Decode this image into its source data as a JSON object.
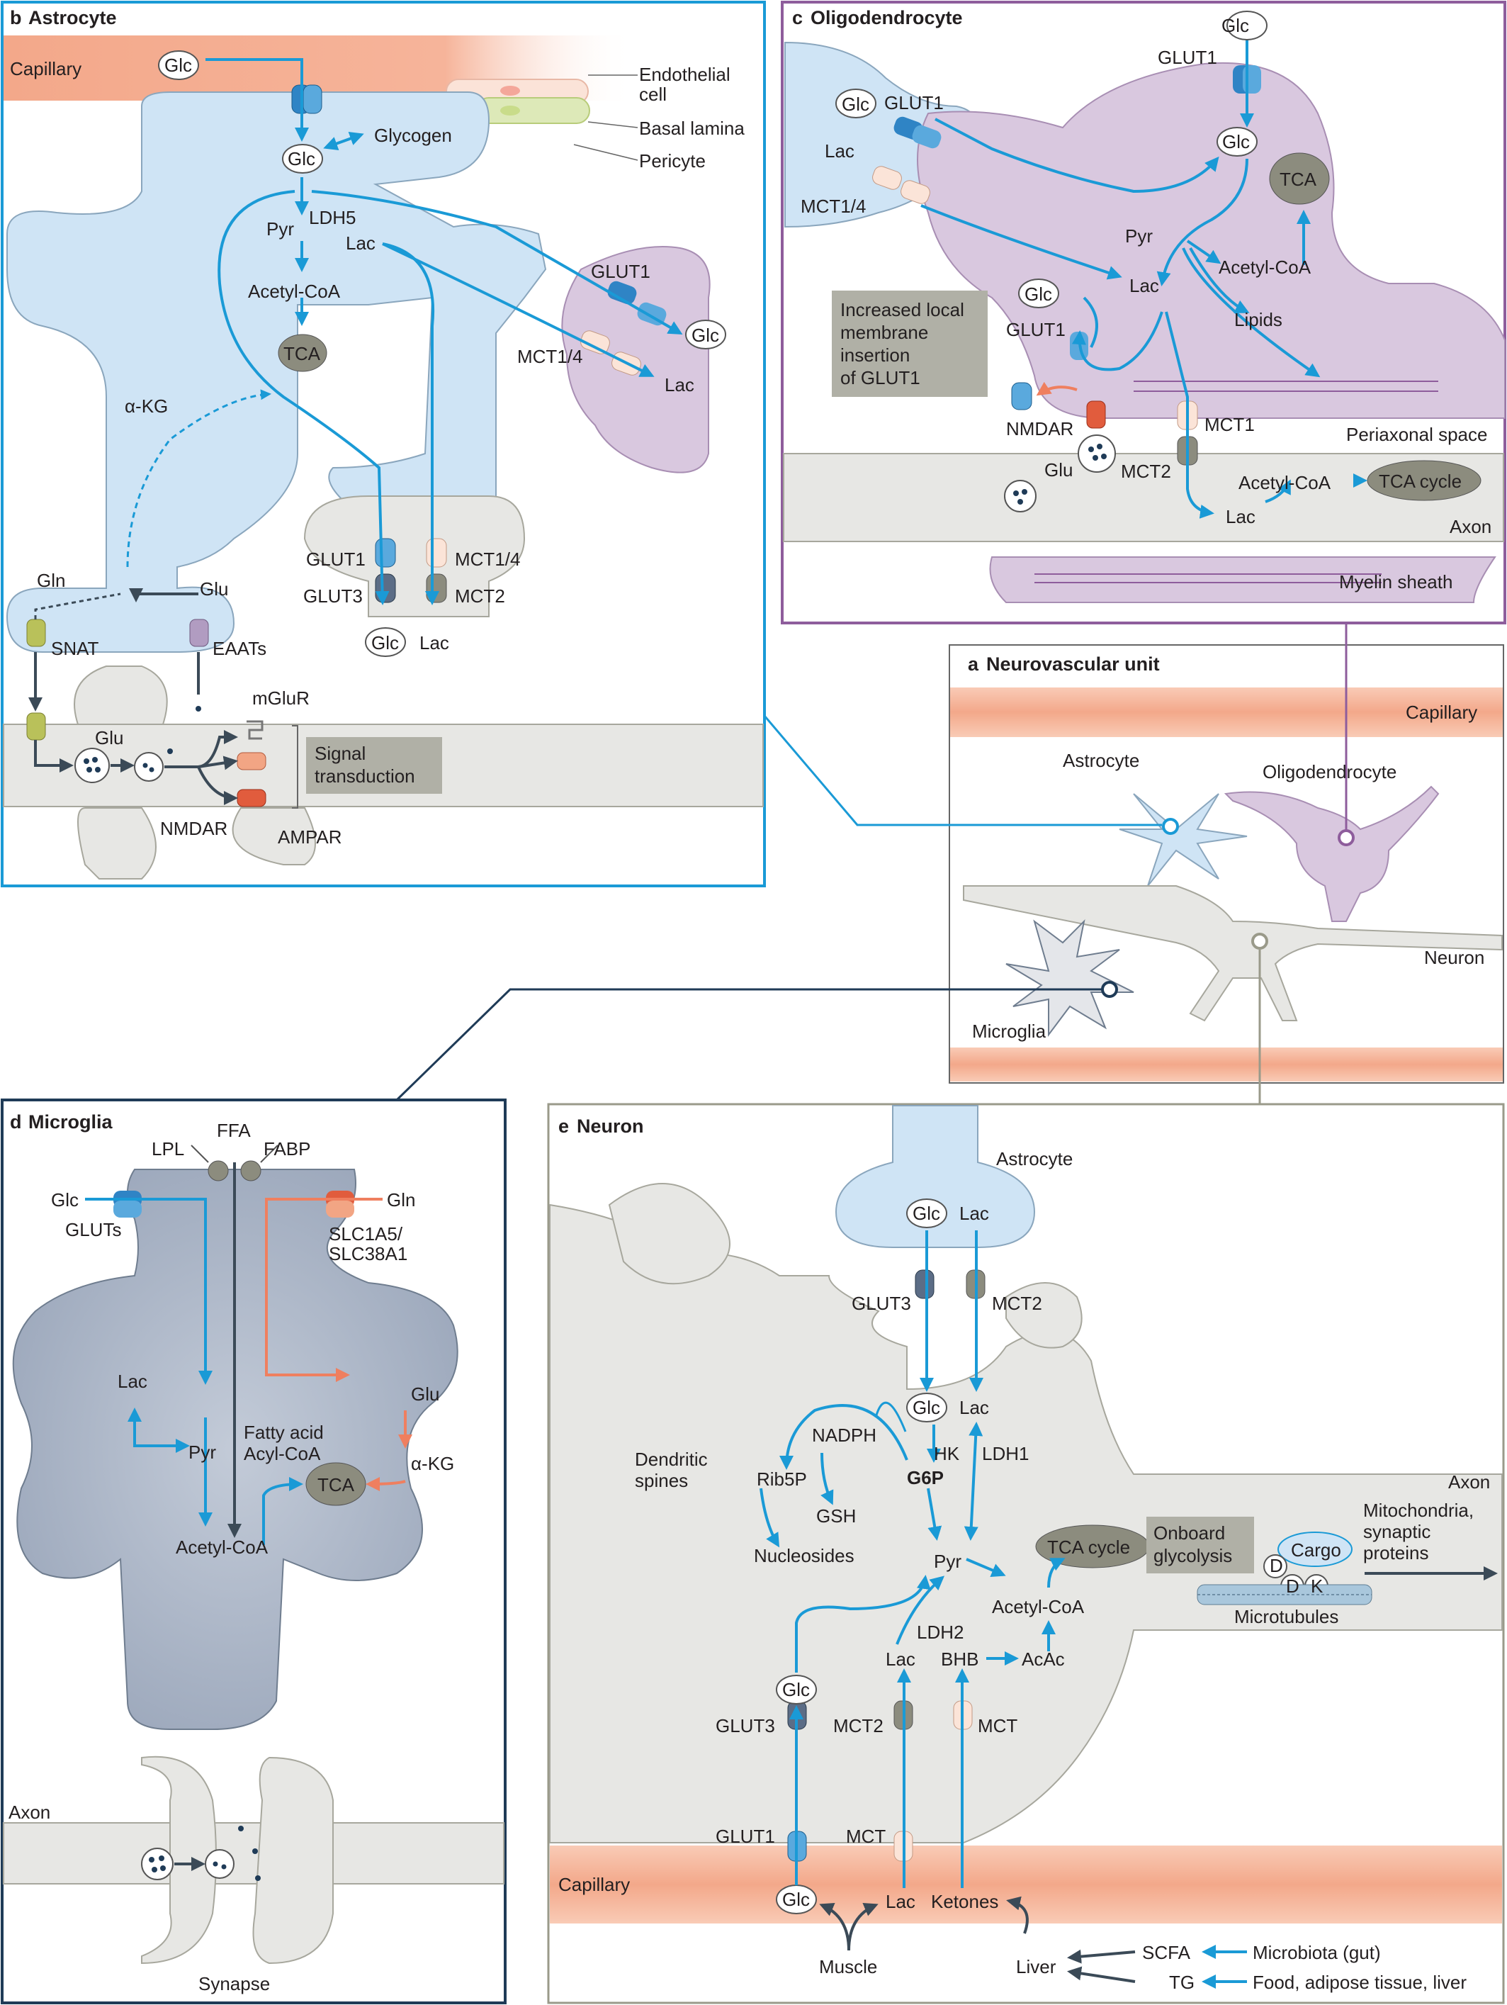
{
  "panels": {
    "a": {
      "letter": "a",
      "title": "Neurovascular unit"
    },
    "b": {
      "letter": "b",
      "title": "Astrocyte"
    },
    "c": {
      "letter": "c",
      "title": "Oligodendrocyte"
    },
    "d": {
      "letter": "d",
      "title": "Microglia"
    },
    "e": {
      "letter": "e",
      "title": "Neuron"
    }
  },
  "colors": {
    "capillary": "#f6b49a",
    "astrocyte": "#cfe4f5",
    "oligodendrocyte": "#d9c8df",
    "microglia": "#a3aec1",
    "neuron": "#e7e7e4",
    "blue_arrow": "#1a9ad6",
    "dark_arrow": "#3b4a57",
    "orange_arrow": "#ef7f5f",
    "panel_b_border": "#1a9ad6",
    "panel_c_border": "#8e5d9c",
    "panel_d_border": "#1f3b57",
    "panel_e_border": "#9a9a8a",
    "box_fill": "#b0b0a6"
  },
  "panel_b": {
    "capillary": "Capillary",
    "glc_top": "Glc",
    "glc_mid": "Glc",
    "glycogen": "Glycogen",
    "endothelial": "Endothelial",
    "cell": "cell",
    "basal_lamina": "Basal lamina",
    "pericyte": "Pericyte",
    "pyr": "Pyr",
    "ldh5": "LDH5",
    "lac": "Lac",
    "acetyl_coa": "Acetyl-CoA",
    "tca": "TCA",
    "akg": "α-KG",
    "glut1_right": "GLUT1",
    "glc_right": "Glc",
    "mct14_right": "MCT1/4",
    "lac_right": "Lac",
    "glut1_bottom": "GLUT1",
    "mct14_bottom": "MCT1/4",
    "glut3": "GLUT3",
    "mct2": "MCT2",
    "glc_bottom": "Glc",
    "lac_bottom": "Lac",
    "gln": "Gln",
    "glu_top": "Glu",
    "snat": "SNAT",
    "eaats": "EAATs",
    "glu_vesicle": "Glu",
    "mglur": "mGluR",
    "nmdar": "NMDAR",
    "ampar": "AMPAR",
    "signal_1": "Signal",
    "signal_2": "transduction"
  },
  "panel_c": {
    "glc_top": "Glc",
    "glut1_top": "GLUT1",
    "glc_mid": "Glc",
    "tca": "TCA",
    "glc_left": "Glc",
    "glut1_left": "GLUT1",
    "lac_left": "Lac",
    "mct14": "MCT1/4",
    "lac_mid": "Lac",
    "pyr": "Pyr",
    "acetyl_coa": "Acetyl-CoA",
    "lipids": "Lipids",
    "box_1": "Increased local",
    "box_2": "membrane",
    "box_3": "insertion",
    "box_4": "of GLUT1",
    "glc_small": "Glc",
    "glut1_small": "GLUT1",
    "nmdar": "NMDAR",
    "mct1": "MCT1",
    "mct2": "MCT2",
    "periaxonal": "Periaxonal space",
    "glu": "Glu",
    "acetyl_coa_axon": "Acetyl-CoA",
    "tca_cycle": "TCA cycle",
    "lac_axon": "Lac",
    "axon": "Axon",
    "myelin": "Myelin sheath"
  },
  "panel_a": {
    "capillary": "Capillary",
    "astrocyte": "Astrocyte",
    "oligodendrocyte": "Oligodendrocyte",
    "neuron": "Neuron",
    "microglia": "Microglia"
  },
  "panel_d": {
    "ffa": "FFA",
    "lpl": "LPL",
    "fabp": "FABP",
    "glc": "Glc",
    "gluts": "GLUTs",
    "gln": "Gln",
    "slc_1": "SLC1A5/",
    "slc_2": "SLC38A1",
    "lac": "Lac",
    "pyr": "Pyr",
    "glu": "Glu",
    "fa_1": "Fatty acid",
    "fa_2": "Acyl-CoA",
    "akg": "α-KG",
    "tca": "TCA",
    "acetyl_coa": "Acetyl-CoA",
    "axon": "Axon",
    "synapse": "Synapse"
  },
  "panel_e": {
    "astrocyte": "Astrocyte",
    "glc_top": "Glc",
    "lac_top": "Lac",
    "glut3_top": "GLUT3",
    "mct2_top": "MCT2",
    "glc_mid": "Glc",
    "lac_mid": "Lac",
    "hk": "HK",
    "ldh1": "LDH1",
    "nadph": "NADPH",
    "g6p": "G6P",
    "rib5p": "Rib5P",
    "gsh": "GSH",
    "nucleosides": "Nucleosides",
    "dendritic_1": "Dendritic",
    "dendritic_2": "spines",
    "pyr": "Pyr",
    "tca_cycle": "TCA cycle",
    "onboard_1": "Onboard",
    "onboard_2": "glycolysis",
    "cargo": "Cargo",
    "d1": "D",
    "d2": "D",
    "k": "K",
    "mito_1": "Mitochondria,",
    "mito_2": "synaptic",
    "mito_3": "proteins",
    "axon": "Axon",
    "microtubules": "Microtubules",
    "acetyl_coa": "Acetyl-CoA",
    "ldh2": "LDH2",
    "glc_low": "Glc",
    "lac_low": "Lac",
    "bhb": "BHB",
    "acac": "AcAc",
    "glut3_low": "GLUT3",
    "mct2_low": "MCT2",
    "mct_low": "MCT",
    "glut1": "GLUT1",
    "mct_cap": "MCT",
    "capillary": "Capillary",
    "glc_cap": "Glc",
    "lac_cap": "Lac",
    "ketones": "Ketones",
    "muscle": "Muscle",
    "liver": "Liver",
    "scfa": "SCFA",
    "tg": "TG",
    "microbiota": "Microbiota (gut)",
    "food": "Food, adipose tissue, liver"
  }
}
